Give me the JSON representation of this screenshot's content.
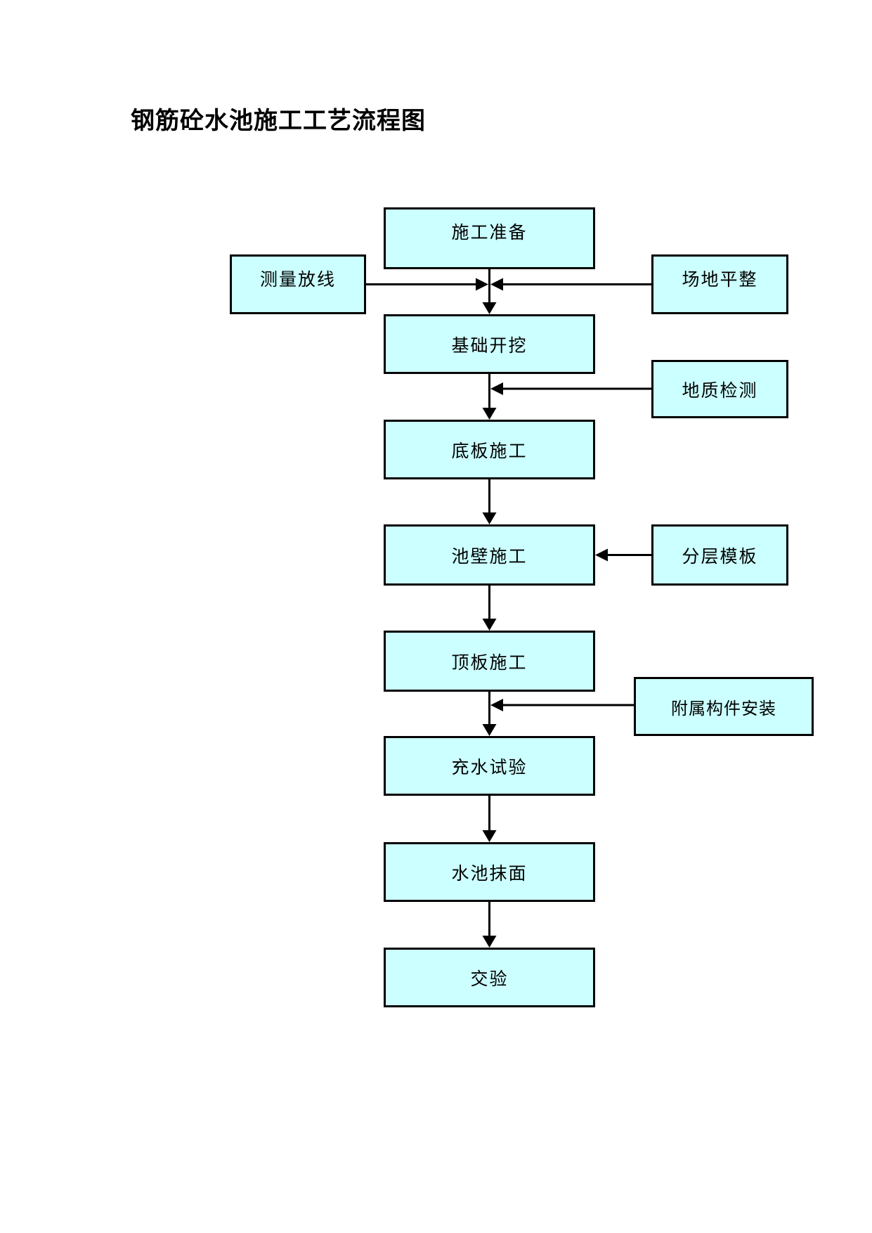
{
  "page": {
    "title": "钢筋砼水池施工工艺流程图"
  },
  "flowchart": {
    "main_steps": [
      {
        "label": "施工准备"
      },
      {
        "label": "基础开挖"
      },
      {
        "label": "底板施工"
      },
      {
        "label": "池壁施工"
      },
      {
        "label": "顶板施工"
      },
      {
        "label": "充水试验"
      },
      {
        "label": "水池抹面"
      },
      {
        "label": "交验"
      }
    ],
    "side_steps": [
      {
        "label": "测量放线",
        "side": "left",
        "joins": "between 施工准备 and 基础开挖"
      },
      {
        "label": "场地平整",
        "side": "right",
        "joins": "between 施工准备 and 基础开挖"
      },
      {
        "label": "地质检测",
        "side": "right",
        "joins": "between 基础开挖 and 底板施工"
      },
      {
        "label": "分层模板",
        "side": "right",
        "joins": "池壁施工"
      },
      {
        "label": "附属构件安装",
        "side": "right",
        "joins": "between 顶板施工 and 充水试验"
      }
    ],
    "colors": {
      "box_fill": "#CCFFFF",
      "box_border": "#000000",
      "connector": "#000000",
      "page_bg": "#FFFFFF"
    }
  }
}
